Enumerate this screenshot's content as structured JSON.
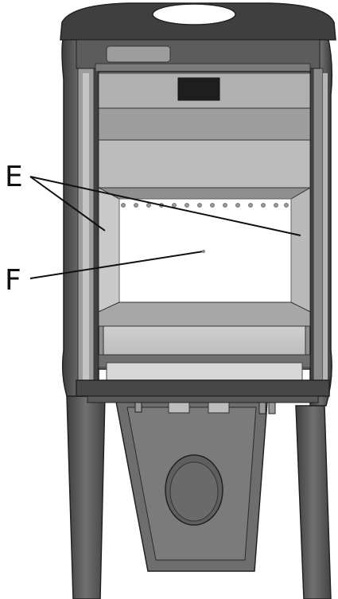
{
  "diagram": {
    "callouts": [
      {
        "id": "E",
        "label": "E"
      },
      {
        "id": "F",
        "label": "F"
      }
    ]
  }
}
